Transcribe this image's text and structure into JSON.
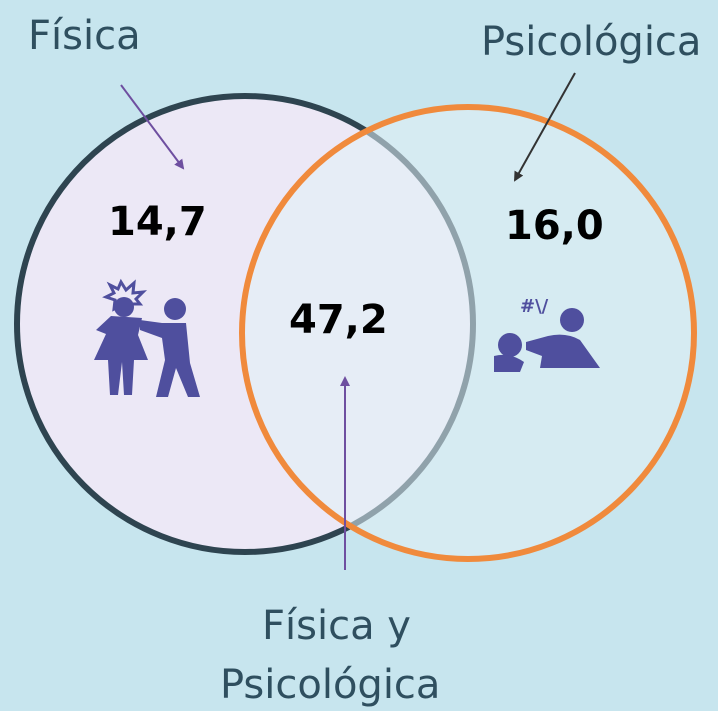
{
  "labels": {
    "fisica": "Física",
    "psicologica": "Psicológica",
    "ambas_line1": "Física y",
    "ambas_line2": "Psicológica"
  },
  "values": {
    "fisica": "14,7",
    "ambas": "47,2",
    "psicologica": "16,0"
  },
  "colors": {
    "background": "#c7e5ee",
    "fisica_circle_stroke": "#2e4450",
    "fisica_circle_fill": "#ece8f6",
    "psicologica_circle_stroke": "#f08a3c",
    "psicologica_circle_fill": "#e2f0f6",
    "icon_color": "#4f4f9e",
    "arrow_purple": "#6e4fa0",
    "arrow_dark": "#333333"
  },
  "icons": {
    "fisica": "physical-violence-icon",
    "psicologica": "psychological-violence-icon"
  }
}
